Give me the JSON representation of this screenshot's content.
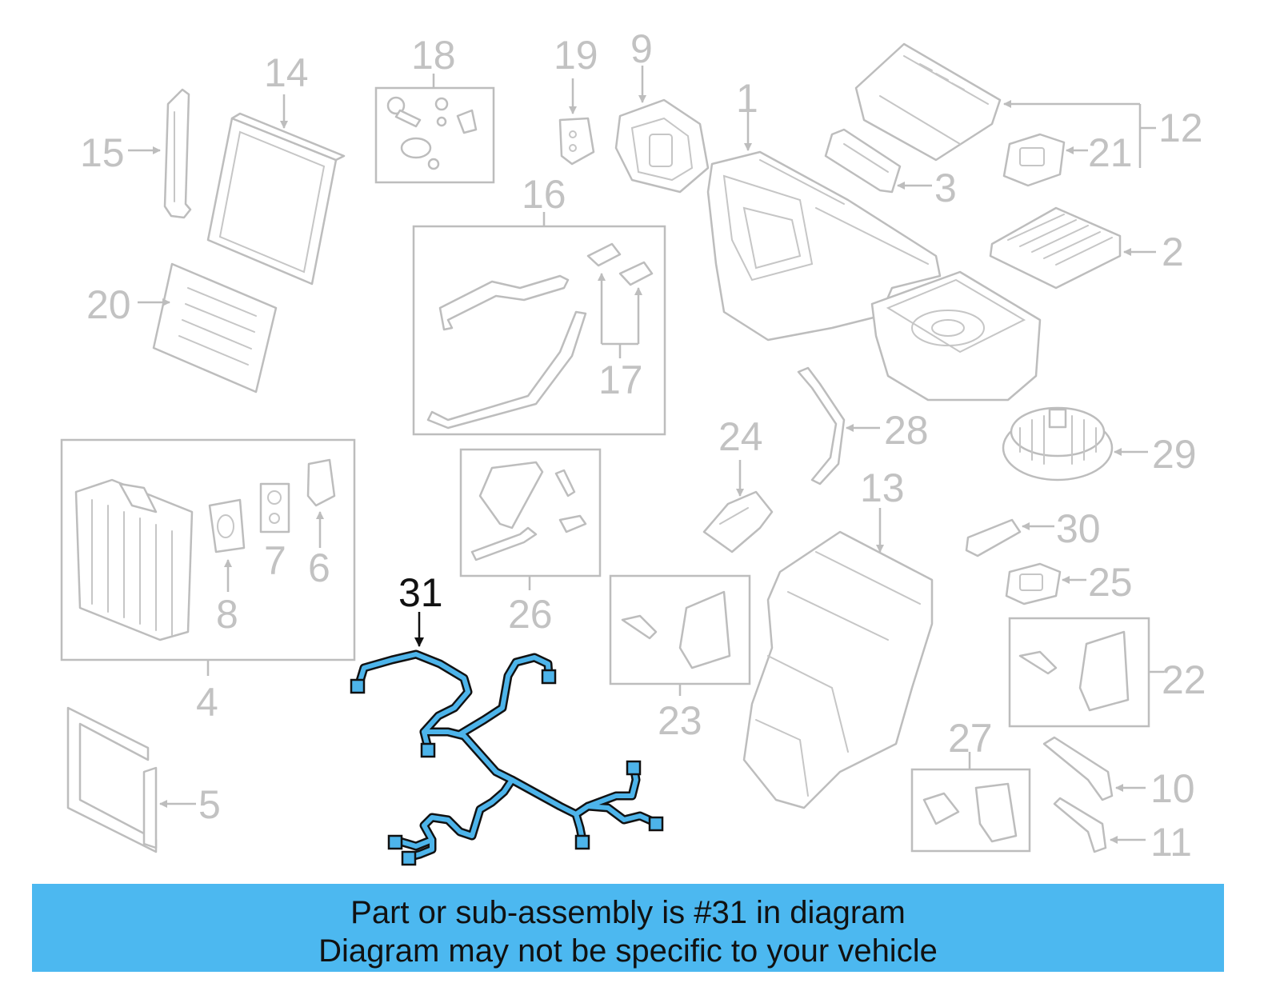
{
  "diagram": {
    "highlighted_part": "31",
    "labels": {
      "p1": "1",
      "p2": "2",
      "p3": "3",
      "p4": "4",
      "p5": "5",
      "p6": "6",
      "p7": "7",
      "p8": "8",
      "p9": "9",
      "p10": "10",
      "p11": "11",
      "p12": "12",
      "p13": "13",
      "p14": "14",
      "p15": "15",
      "p16": "16",
      "p17": "17",
      "p18": "18",
      "p19": "19",
      "p20": "20",
      "p21": "21",
      "p22": "22",
      "p23": "23",
      "p24": "24",
      "p25": "25",
      "p26": "26",
      "p27": "27",
      "p28": "28",
      "p29": "29",
      "p30": "30",
      "p31": "31"
    },
    "colors": {
      "part_line": "#bdbdbd",
      "highlight_fill": "#4db4ea",
      "highlight_outline": "#111111",
      "banner_background": "#4cb8f0"
    }
  },
  "banner": {
    "line1": "Part or sub-assembly is #31 in diagram",
    "line2": "Diagram may not be specific to your vehicle"
  }
}
